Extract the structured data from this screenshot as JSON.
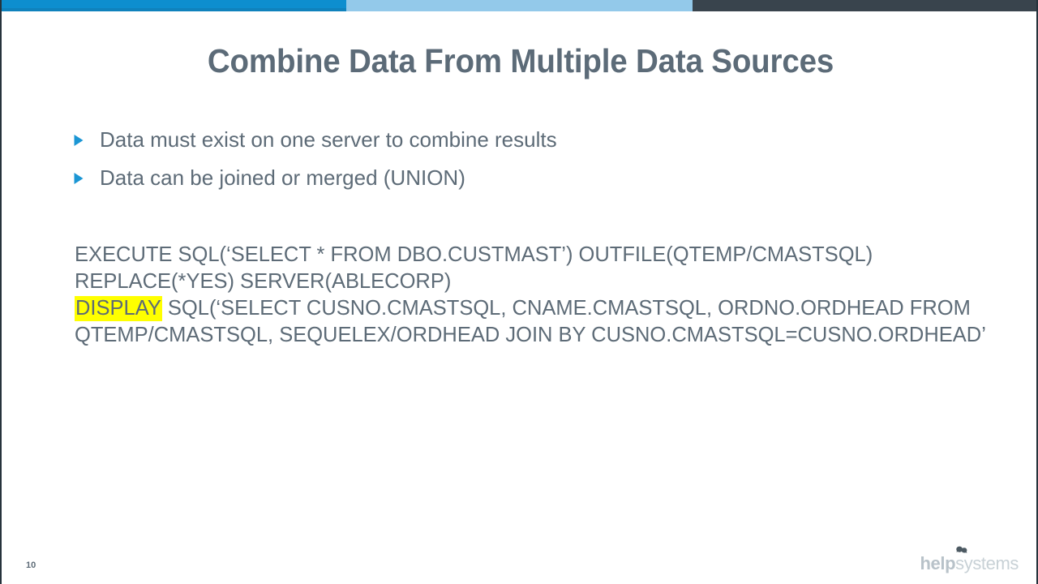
{
  "slide": {
    "page_number": "10",
    "title": "Combine Data From Multiple Data Sources",
    "accent_blue": "#0d8ecf",
    "accent_light_blue": "#93c9ea",
    "accent_dark": "#39444d",
    "text_color": "#5d6b77",
    "highlight_color": "#ffff00"
  },
  "topbar": {
    "segment_1_label": "blue-segment",
    "segment_2_label": "light-blue-segment",
    "segment_3_label": "dark-segment"
  },
  "bullets": [
    {
      "marker": "triangle-right-icon",
      "text": "Data must exist on one server to combine results"
    },
    {
      "marker": "triangle-right-icon",
      "text": "Data can be joined or merged (UNION)"
    }
  ],
  "code": {
    "line1": "EXECUTE SQL(‘SELECT * FROM DBO.CUSTMAST’) OUTFILE(QTEMP/CMASTSQL)",
    "line2": "REPLACE(*YES) SERVER(ABLECORP)",
    "line3_highlight": "DISPLAY",
    "line3_rest": " SQL(‘SELECT CUSNO.CMASTSQL, CNAME.CMASTSQL, ORDNO.ORDHEAD FROM",
    "line4": "QTEMP/CMASTSQL, SEQUELEX/ORDHEAD JOIN BY CUSNO.CMASTSQL=CUSNO.ORDHEAD’"
  },
  "logo": {
    "mark": "helpsystems-mark-icon",
    "bold_part": "help",
    "light_part": "systems"
  }
}
